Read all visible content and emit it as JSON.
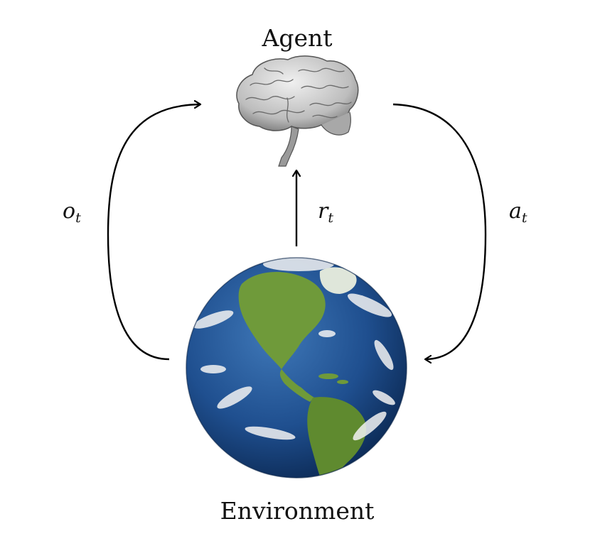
{
  "agent": {
    "label": "Agent",
    "icon": "brain-icon"
  },
  "environment": {
    "label": "Environment",
    "icon": "earth-globe-icon"
  },
  "signals": {
    "observation": {
      "symbol": "o",
      "subscript": "t"
    },
    "reward": {
      "symbol": "r",
      "subscript": "t"
    },
    "action": {
      "symbol": "a",
      "subscript": "t"
    }
  },
  "colors": {
    "arrow": "#000000",
    "ocean": "#1f4f8f",
    "land": "#6f9a3a",
    "cloud": "#f2f2f2",
    "brain": "#bdbdbd"
  }
}
